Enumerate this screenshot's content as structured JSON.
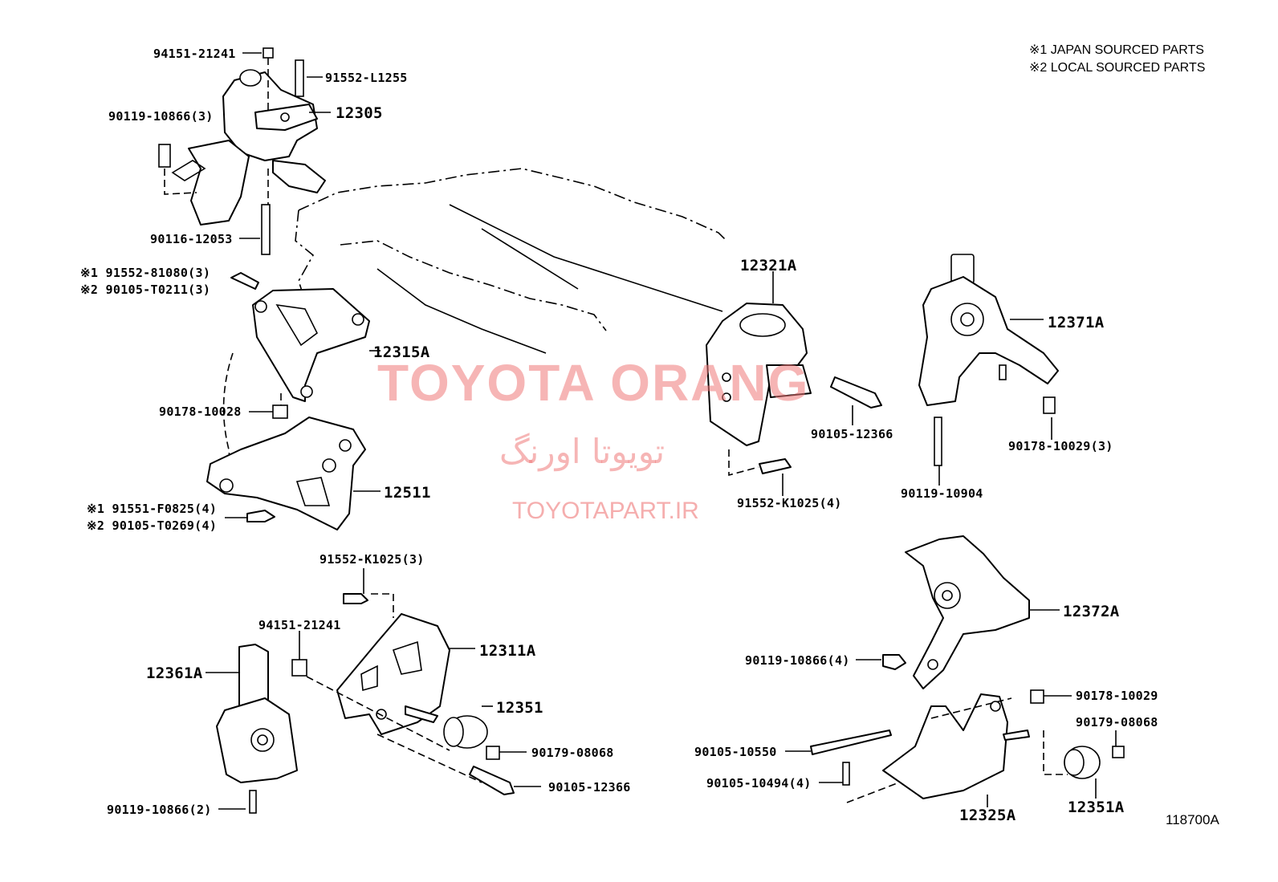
{
  "notes": {
    "japan": "※1 JAPAN SOURCED PARTS",
    "local": "※2 LOCAL SOURCED PARTS"
  },
  "watermark": {
    "brand": "TOYOTA ORANG",
    "farsi": "تویوتا اورنگ",
    "url": "TOYOTAPART.IR",
    "color": "#ee7878"
  },
  "figure_code": "118700A",
  "labels": {
    "p94151_top": "94151-21241",
    "p91552_l1255": "91552-L1255",
    "p90119_3": "90119-10866(3)",
    "p12305": "12305",
    "p90116": "90116-12053",
    "p91552_81080": "※1 91552-81080(3)",
    "p90105_t0211": "※2 90105-T0211(3)",
    "p12315a": "12315A",
    "p90178_10028": "90178-10028",
    "p12511": "12511",
    "p91551_f0825": "※1 91551-F0825(4)",
    "p90105_t0269": "※2 90105-T0269(4)",
    "p91552_k1025_3": "91552-K1025(3)",
    "p94151_mid": "94151-21241",
    "p12311a": "12311A",
    "p12361a": "12361A",
    "p12351": "12351",
    "p90179_left": "90179-08068",
    "p90105_12366_left": "90105-12366",
    "p90119_2": "90119-10866(2)",
    "p12321a": "12321A",
    "p90105_12366_mid": "90105-12366",
    "p91552_k1025_4": "91552-K1025(4)",
    "p12371a": "12371A",
    "p90178_10029_3": "90178-10029(3)",
    "p90119_10904": "90119-10904",
    "p12372a": "12372A",
    "p90119_4": "90119-10866(4)",
    "p90178_10029": "90178-10029",
    "p90179_right": "90179-08068",
    "p90105_10550": "90105-10550",
    "p90105_10494": "90105-10494(4)",
    "p12325a": "12325A",
    "p12351a": "12351A"
  }
}
